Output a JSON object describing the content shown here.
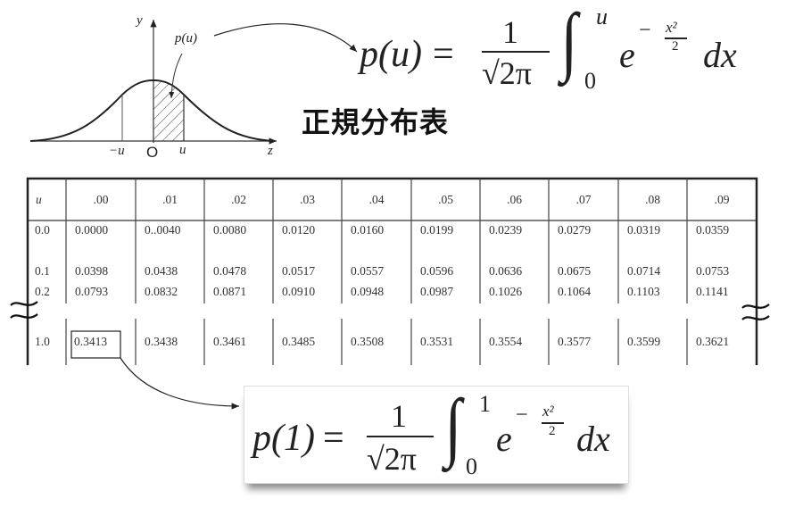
{
  "title": "正規分布表",
  "graph": {
    "y_axis": "y",
    "z_axis": "z",
    "label_pu": "p(u)",
    "neg_u": "−u",
    "origin": "O",
    "pos_u": "u"
  },
  "formula_general": {
    "lhs": "p(u)",
    "eq": "=",
    "numerator": "1",
    "denominator": "√2π",
    "integral": "∫",
    "upper": "u",
    "lower": "0",
    "base": "e",
    "exp_sign": "−",
    "exp_num": "x²",
    "exp_den": "2",
    "dx": "dx"
  },
  "formula_example": {
    "lhs": "p(1)",
    "eq": "=",
    "numerator": "1",
    "denominator": "√2π",
    "integral": "∫",
    "upper": "1",
    "lower": "0",
    "base": "e",
    "exp_sign": "−",
    "exp_num": "x²",
    "exp_den": "2",
    "dx": "dx"
  },
  "table": {
    "headers": [
      "u",
      ".00",
      ".01",
      ".02",
      ".03",
      ".04",
      ".05",
      ".06",
      ".07",
      ".08",
      ".09"
    ],
    "rows": [
      [
        "0.0",
        "0.0000",
        "0..0040",
        "0.0080",
        "0.0120",
        "0.0160",
        "0.0199",
        "0.0239",
        "0.0279",
        "0.0319",
        "0.0359"
      ],
      [
        "0.1",
        "0.0398",
        "0.0438",
        "0.0478",
        "0.0517",
        "0.0557",
        "0.0596",
        "0.0636",
        "0.0675",
        "0.0714",
        "0.0753"
      ],
      [
        "0.2",
        "0.0793",
        "0.0832",
        "0.0871",
        "0.0910",
        "0.0948",
        "0.0987",
        "0.1026",
        "0.1064",
        "0.1103",
        "0.1141"
      ],
      [
        "1.0",
        "0.3413",
        "0.3438",
        "0.3461",
        "0.3485",
        "0.3508",
        "0.3531",
        "0.3554",
        "0.3577",
        "0.3599",
        "0.3621"
      ]
    ],
    "highlighted": "0.3413"
  }
}
